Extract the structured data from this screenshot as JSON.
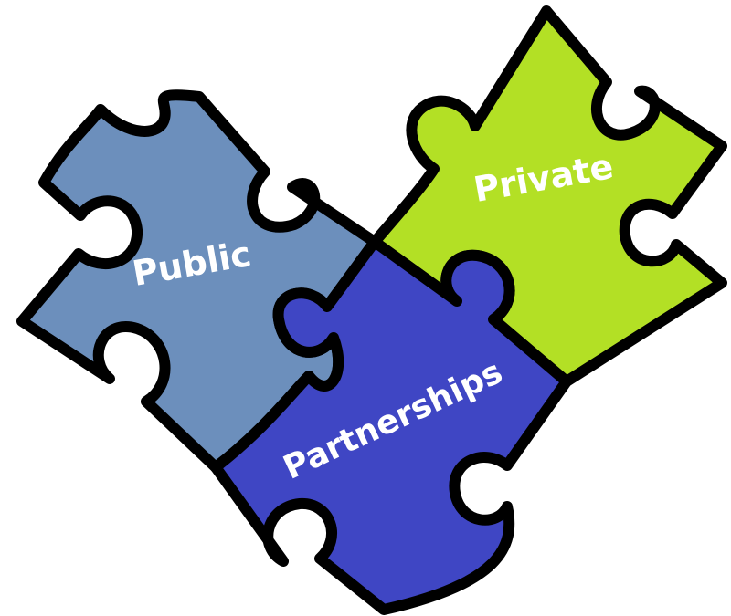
{
  "pieces": [
    {
      "id": "public",
      "label": "Public",
      "color": "#6c8fbc"
    },
    {
      "id": "private",
      "label": "Private",
      "color": "#b3e025"
    },
    {
      "id": "partnerships",
      "label": "Partnerships",
      "color": "#3f46c4"
    }
  ],
  "outline_color": "#000000",
  "label_color": "#ffffff"
}
